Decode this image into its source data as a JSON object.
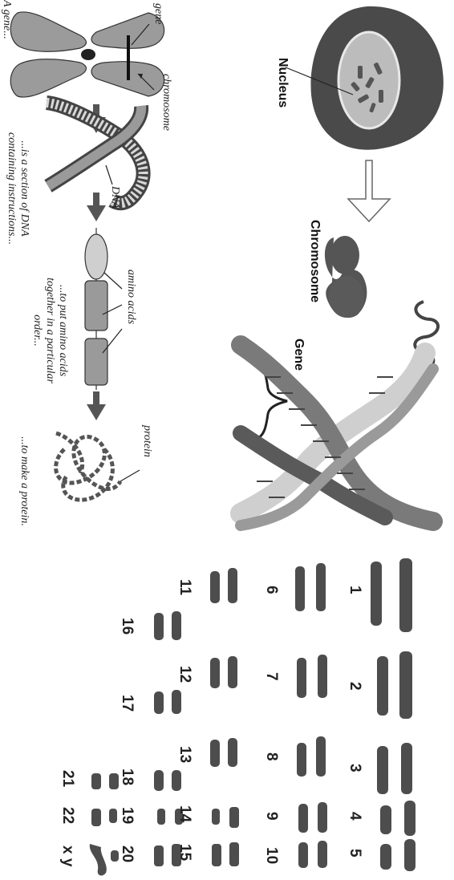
{
  "top_panel": {
    "nucleus_label": "Nucleus",
    "chromosome_label": "Chromosome",
    "gene_label": "Gene"
  },
  "left_panel": {
    "gene_label": "gene",
    "chromosome_label": "chromosome",
    "dna_label": "DNA",
    "amino_acids_label": "amino acids",
    "protein_label": "protein",
    "caption_1": "A gene...",
    "caption_2": "...is a section of DNA containing instructions...",
    "caption_3": "...to put amino acids together in a particular order...",
    "caption_4": "...to make a protein."
  },
  "karyotype": {
    "labels": [
      "1",
      "2",
      "3",
      "4",
      "5",
      "6",
      "7",
      "8",
      "9",
      "10",
      "11",
      "12",
      "13",
      "14",
      "15",
      "16",
      "17",
      "18",
      "19",
      "20",
      "21",
      "22",
      "x y"
    ]
  }
}
